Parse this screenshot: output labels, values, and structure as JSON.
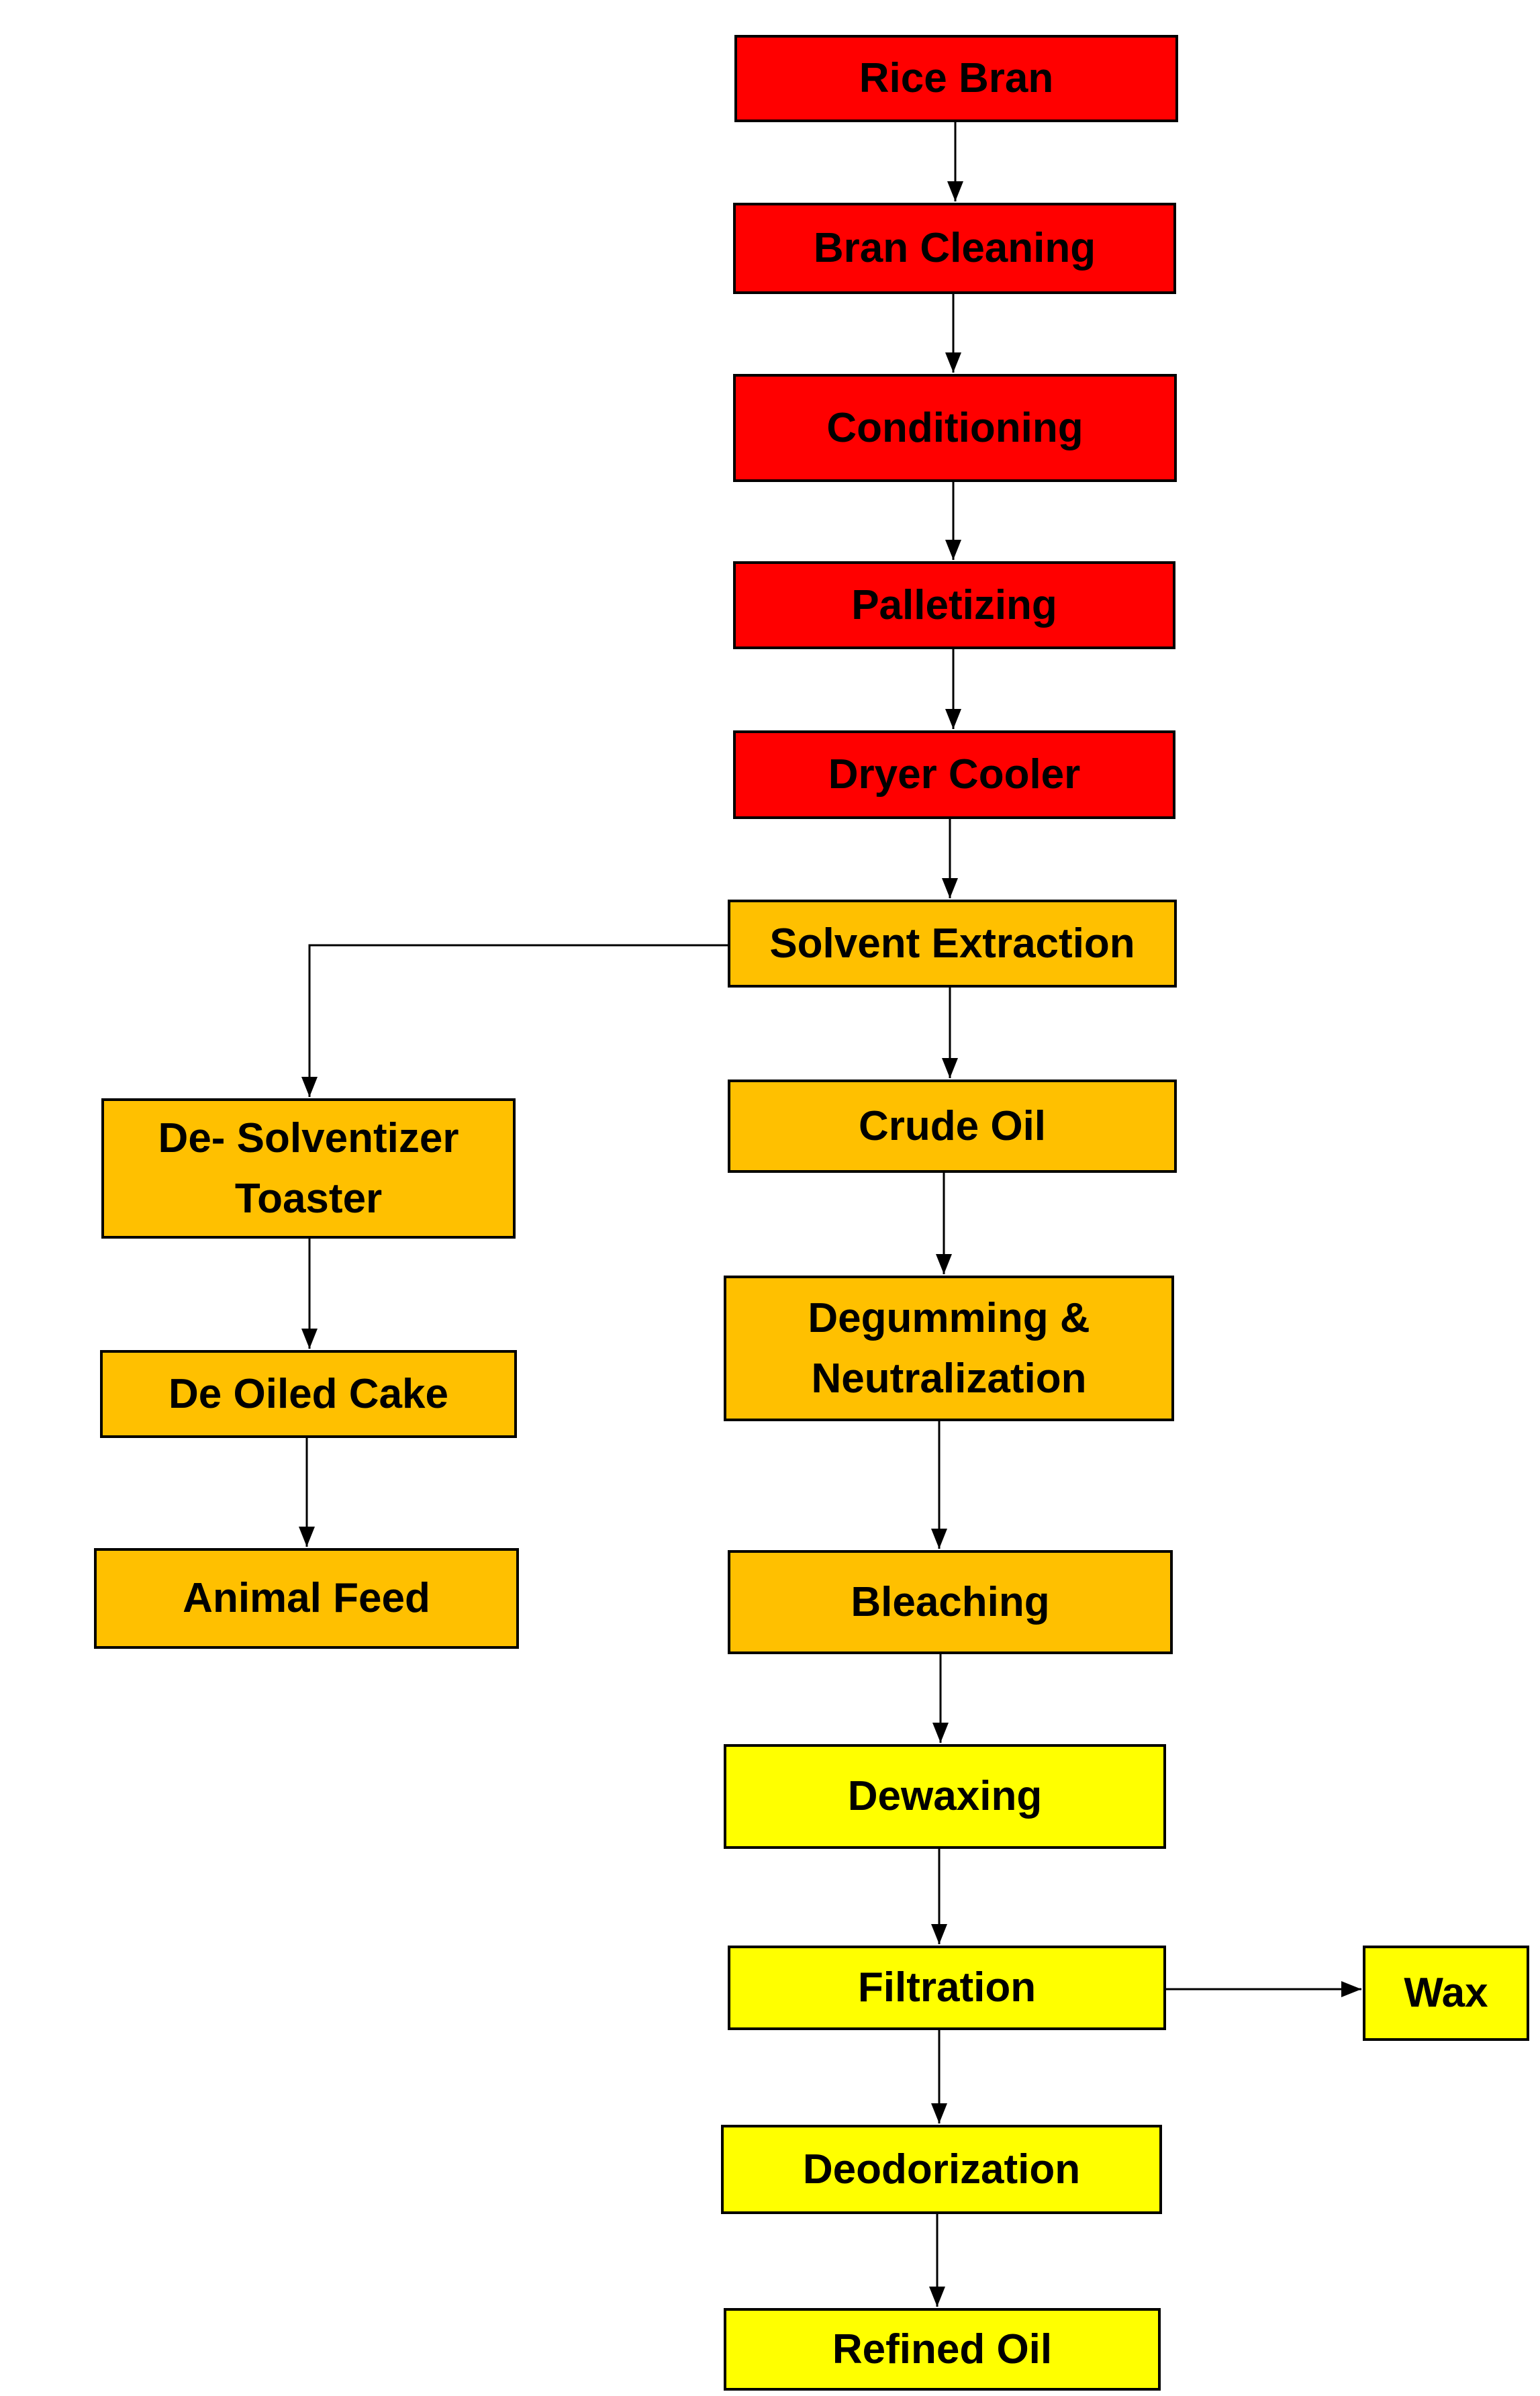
{
  "diagram": {
    "colors": {
      "red": "#ff0000",
      "orange": "#ffc000",
      "yellow": "#ffff00",
      "border": "#000000",
      "text": "#000000"
    },
    "nodes": {
      "rice_bran": "Rice Bran",
      "bran_cleaning": "Bran Cleaning",
      "conditioning": "Conditioning",
      "palletizing": "Palletizing",
      "dryer_cooler": "Dryer Cooler",
      "solvent_extraction": "Solvent Extraction",
      "crude_oil": "Crude Oil",
      "degumming": "Degumming &\nNeutralization",
      "bleaching": "Bleaching",
      "dewaxing": "Dewaxing",
      "filtration": "Filtration",
      "deodorization": "Deodorization",
      "refined_oil": "Refined  Oil",
      "wax": "Wax",
      "desolventizer": "De- Solventizer\nToaster",
      "deoiled_cake": "De Oiled Cake",
      "animal_feed": "Animal Feed"
    },
    "edges": [
      {
        "from": "rice_bran",
        "to": "bran_cleaning"
      },
      {
        "from": "bran_cleaning",
        "to": "conditioning"
      },
      {
        "from": "conditioning",
        "to": "palletizing"
      },
      {
        "from": "palletizing",
        "to": "dryer_cooler"
      },
      {
        "from": "dryer_cooler",
        "to": "solvent_extraction"
      },
      {
        "from": "solvent_extraction",
        "to": "crude_oil"
      },
      {
        "from": "solvent_extraction",
        "to": "desolventizer"
      },
      {
        "from": "crude_oil",
        "to": "degumming"
      },
      {
        "from": "degumming",
        "to": "bleaching"
      },
      {
        "from": "bleaching",
        "to": "dewaxing"
      },
      {
        "from": "dewaxing",
        "to": "filtration"
      },
      {
        "from": "filtration",
        "to": "deodorization"
      },
      {
        "from": "filtration",
        "to": "wax"
      },
      {
        "from": "deodorization",
        "to": "refined_oil"
      },
      {
        "from": "desolventizer",
        "to": "deoiled_cake"
      },
      {
        "from": "deoiled_cake",
        "to": "animal_feed"
      }
    ]
  }
}
